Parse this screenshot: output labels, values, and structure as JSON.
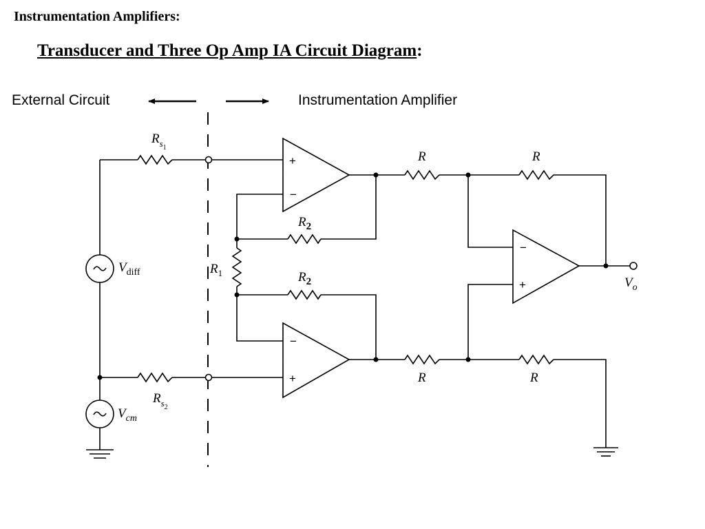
{
  "slide": {
    "heading": "Instrumentation Amplifiers:",
    "title": "Transducer and Three Op Amp IA Circuit Diagram",
    "title_suffix": ":"
  },
  "regions": {
    "external_label": "External Circuit",
    "amplifier_label": "Instrumentation Amplifier"
  },
  "components": {
    "rs1": {
      "main": "R",
      "sub": "s",
      "subsub": "1"
    },
    "rs2": {
      "main": "R",
      "sub": "s",
      "subsub": "2"
    },
    "r1": {
      "main": "R",
      "sub": "1"
    },
    "r2_top": {
      "main": "R",
      "sub": "2"
    },
    "r2_bottom": {
      "main": "R",
      "sub": "2"
    },
    "r_top_left": "R",
    "r_top_right": "R",
    "r_bottom_left": "R",
    "r_bottom_right": "R",
    "vdiff": {
      "main": "V",
      "sub": "diff"
    },
    "vcm": {
      "main": "V",
      "sub": "cm"
    },
    "vo": {
      "main": "V",
      "sub": "o"
    },
    "plus_sign": "+",
    "minus_sign": "−"
  }
}
